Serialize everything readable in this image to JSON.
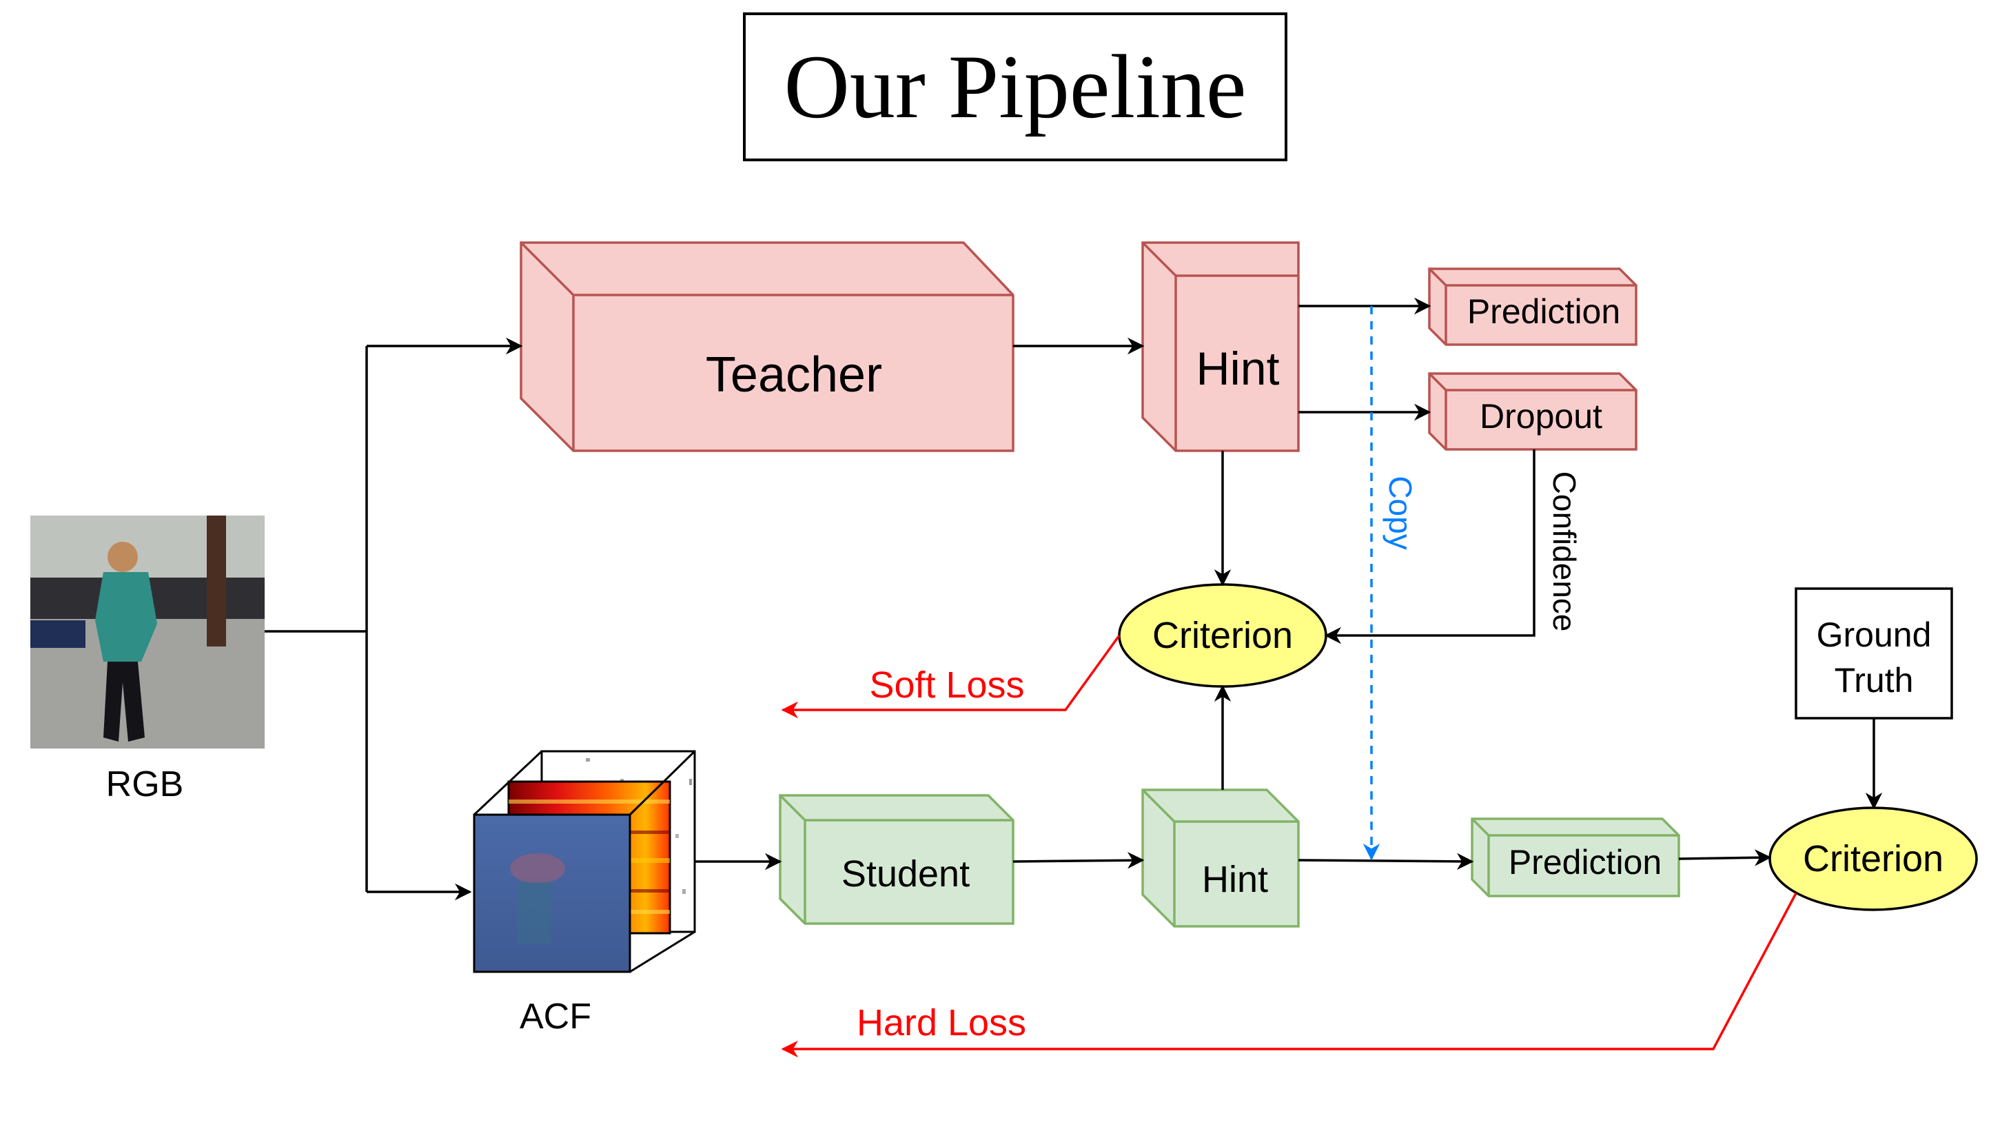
{
  "title": "Our Pipeline",
  "input": {
    "label": "RGB"
  },
  "acf": {
    "label": "ACF"
  },
  "teacher": {
    "model": "Teacher",
    "hint": "Hint",
    "prediction": "Prediction",
    "dropout": "Dropout",
    "confidence": "Confidence"
  },
  "student": {
    "model": "Student",
    "hint": "Hint",
    "prediction": "Prediction"
  },
  "copy_label": "Copy",
  "criterion_soft": "Criterion",
  "criterion_hard": "Criterion",
  "ground_truth_line1": "Ground",
  "ground_truth_line2": "Truth",
  "soft_loss": "Soft Loss",
  "hard_loss": "Hard Loss",
  "colors": {
    "teacher_fill": "#f8cecc",
    "teacher_stroke": "#b85450",
    "student_fill": "#d5e8d4",
    "student_stroke": "#82b366",
    "criterion_fill": "#ffff88",
    "loss": "#ff0000",
    "copy": "#007fff"
  }
}
